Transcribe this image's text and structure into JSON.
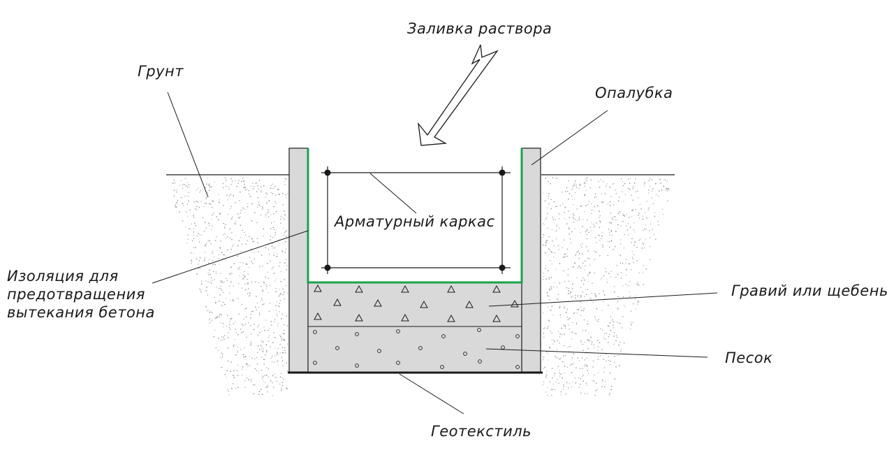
{
  "diagram": {
    "labels": {
      "pour": "Заливка раствора",
      "soil": "Грунт",
      "formwork": "Опалубка",
      "rebar_cage": "Арматурный каркас",
      "insulation": [
        "Изоляция для",
        "предотвращения",
        "вытекания бетона"
      ],
      "gravel": "Гравий или щебень",
      "sand": "Песок",
      "geotextile": "Геотекстиль"
    },
    "colors": {
      "insulation_line": "#1aa34a",
      "fill_layer": "#d9d9d9",
      "formwork_fill": "#d9d9d9",
      "stroke": "#1a1a1a",
      "soil_dots": "#9a9a9a"
    },
    "icons": {
      "gravel_marker": "triangle",
      "sand_marker": "circle",
      "rebar_node": "filled-circle",
      "pour_arrow": "zigzag-arrow"
    }
  }
}
